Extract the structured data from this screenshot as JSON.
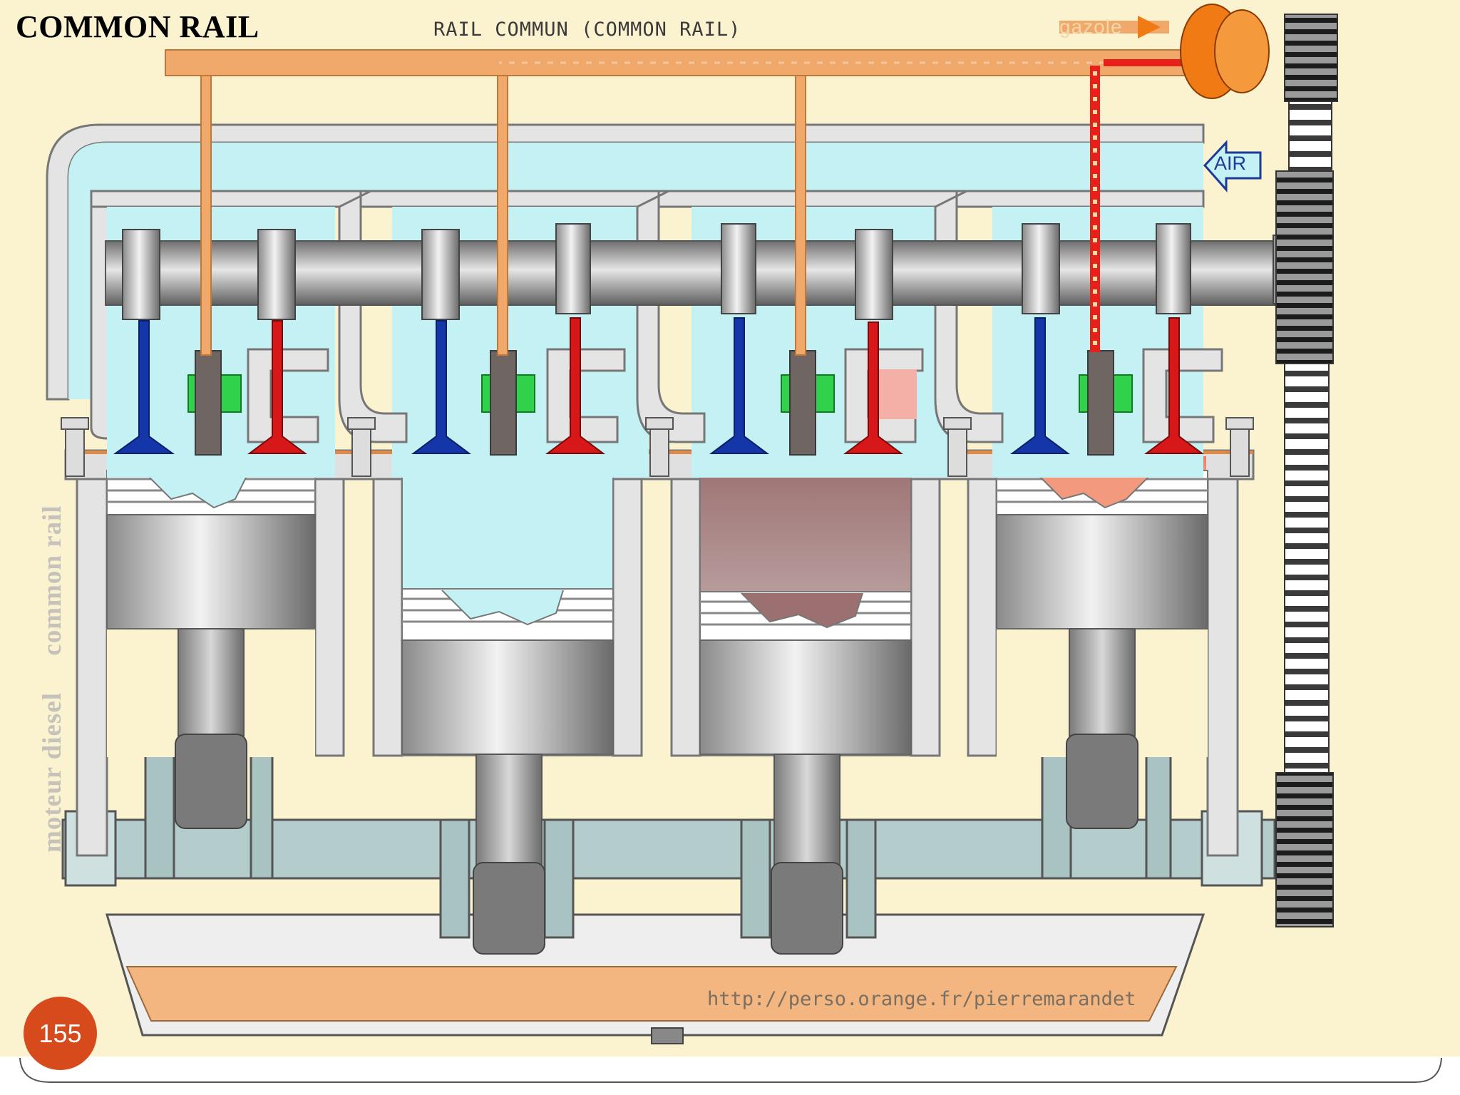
{
  "slide": {
    "title": "COMMON RAIL",
    "page_number": "155"
  },
  "diagram": {
    "rail_label": "RAIL COMMUN  (COMMON RAIL)",
    "fuel_label": "gazole",
    "air_label": "AIR",
    "side_label": "moteur diesel     common rail",
    "source_url": "http://perso.orange.fr/pierremarandet",
    "colors": {
      "background": "#fbf3cf",
      "air_flow": "#c4f2f4",
      "fuel_line": "#f1a86b",
      "fuel_pump": "#f07a14",
      "intake_valve": "#1436a8",
      "exhaust_valve": "#d81818",
      "injector_coil": "#2fd24a",
      "combustion": "#f4866a",
      "block_metal": "#d4d4d4",
      "crankshaft": "#b4cccc"
    }
  }
}
